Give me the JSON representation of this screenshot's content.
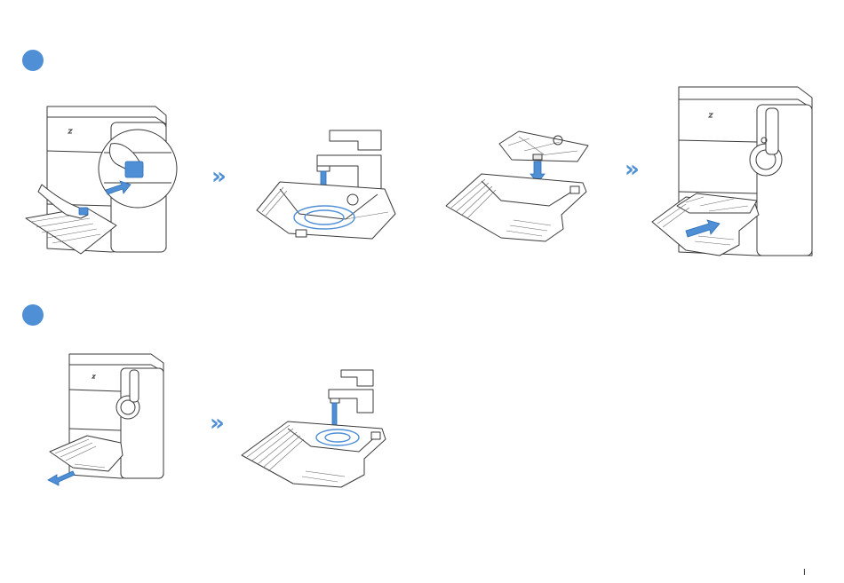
{
  "colors": {
    "accent": "#4f8fd6",
    "line": "#3a3a3a"
  },
  "steps": [
    {
      "name": "step-1",
      "arrow_glyph": "»"
    },
    {
      "name": "step-2",
      "arrow_glyph": "»"
    }
  ],
  "page_mark": "I"
}
